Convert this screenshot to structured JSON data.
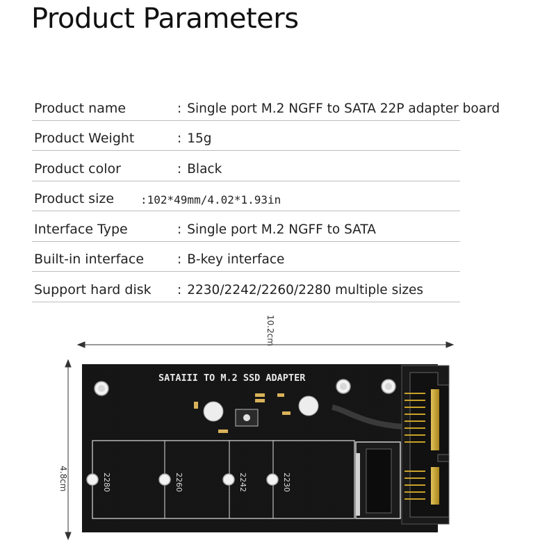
{
  "title": "Product Parameters",
  "specs": [
    {
      "label": "Product name",
      "value": "Single port M.2 NGFF to SATA 22P adapter board"
    },
    {
      "label": "Product Weight",
      "value": "15g"
    },
    {
      "label": "Product color",
      "value": "Black"
    },
    {
      "label": "Product size",
      "value": ":102*49mm/4.02*1.93in"
    },
    {
      "label": "Interface Type",
      "value": "Single port M.2 NGFF to SATA"
    },
    {
      "label": "Built-in interface",
      "value": "B-key interface"
    },
    {
      "label": "Support hard disk",
      "value": "2230/2242/2260/2280 multiple sizes"
    }
  ],
  "separator": ":",
  "dimensions": {
    "width": "10.2cm",
    "height": "4.8cm"
  },
  "board": {
    "silkscreen_title": "SATAIII TO M.2 SSD ADAPTER",
    "slot_sizes": [
      "2280",
      "2260",
      "2242",
      "2230"
    ],
    "colors": {
      "pcb": "#141414",
      "silk": "#e8e8e8",
      "gold": "#c9a227"
    }
  }
}
